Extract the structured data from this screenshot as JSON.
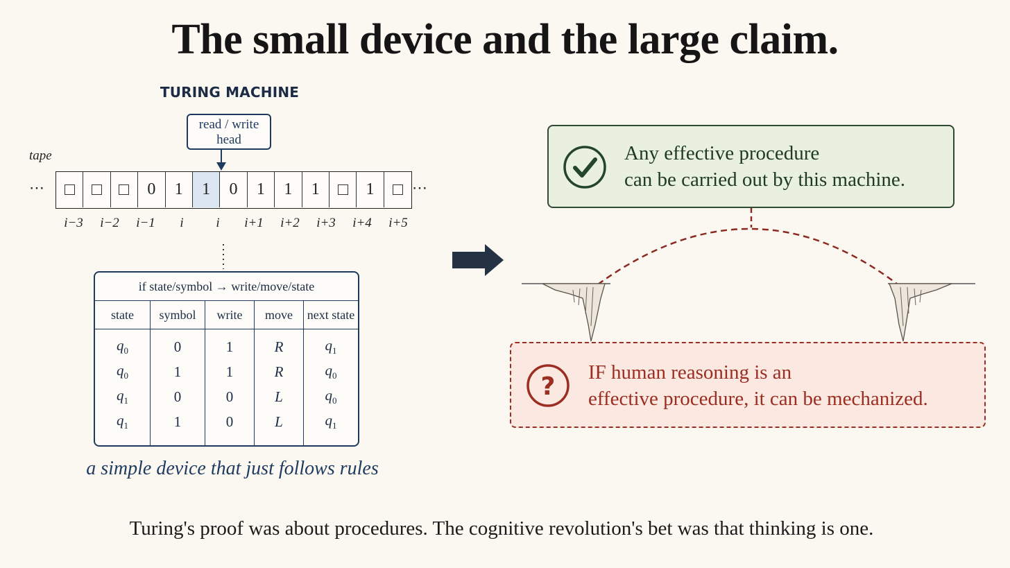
{
  "title": "The small device and the large claim.",
  "turing_machine": {
    "heading": "TURING MACHINE",
    "head_label_line1": "read / write",
    "head_label_line2": "head",
    "tape_label": "tape",
    "ellipsis": "⋯",
    "tape_cells": [
      "□",
      "□",
      "□",
      "0",
      "1",
      "1",
      "0",
      "1",
      "1",
      "1",
      "□",
      "1",
      "□"
    ],
    "head_cell_index": 5,
    "indices": [
      "i−3",
      "i−2",
      "i−1",
      "i",
      "i",
      "i+1",
      "i+2",
      "i+3",
      "i+4",
      "i+5"
    ],
    "rule_header": "if state/symbol → write/move/state",
    "columns": [
      "state",
      "symbol",
      "write",
      "move",
      "next state"
    ],
    "rows": [
      {
        "state": "q",
        "state_sub": "0",
        "symbol": "0",
        "write": "1",
        "move": "R",
        "next": "q",
        "next_sub": "1"
      },
      {
        "state": "q",
        "state_sub": "0",
        "symbol": "1",
        "write": "1",
        "move": "R",
        "next": "q",
        "next_sub": "0"
      },
      {
        "state": "q",
        "state_sub": "1",
        "symbol": "0",
        "write": "0",
        "move": "L",
        "next": "q",
        "next_sub": "0"
      },
      {
        "state": "q",
        "state_sub": "1",
        "symbol": "1",
        "write": "0",
        "move": "L",
        "next": "q",
        "next_sub": "1"
      }
    ],
    "more_row": "…",
    "caption": "a simple device that just follows rules"
  },
  "claim": {
    "line1": "Any effective procedure",
    "line2": "can be carried out by this machine.",
    "icon": "check-circle-icon",
    "color": "#2e4a32"
  },
  "hypothesis": {
    "line1": "IF human reasoning is an",
    "line2": "effective procedure, it can be mechanized.",
    "icon": "question-circle-icon",
    "color": "#9b2d22"
  },
  "bottom_text": "Turing's proof was about procedures. The cognitive revolution's bet was that thinking is one."
}
